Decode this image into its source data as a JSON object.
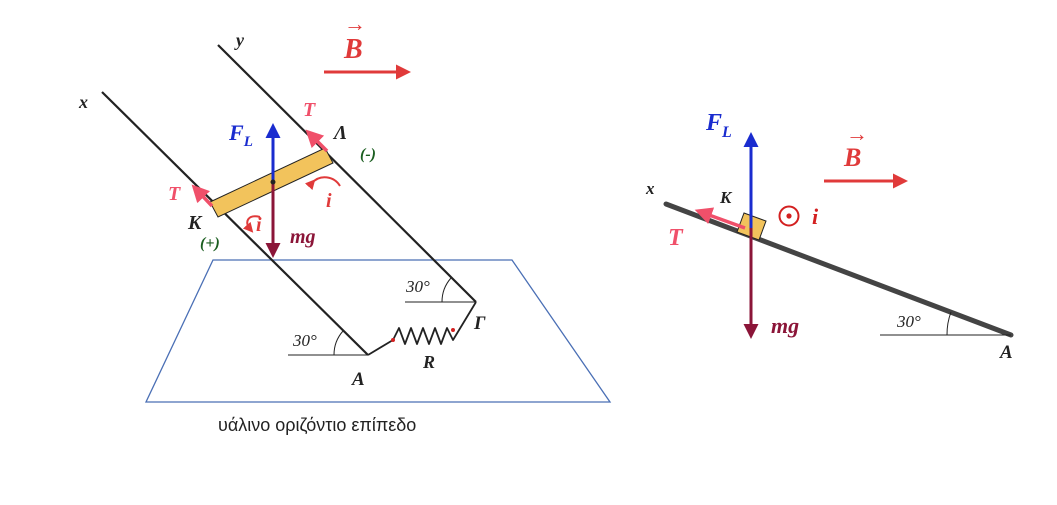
{
  "colors": {
    "line": "#222222",
    "plane": "#4a6fb5",
    "force_red": "#e03a3a",
    "tension": "#f0506a",
    "weight": "#8b1538",
    "lorentz": "#1a2ccf",
    "rod_fill": "#f2c35c",
    "sign_green": "#1b5e20",
    "dot": "#d32020"
  },
  "left_diagram": {
    "rail_x_label": "x",
    "rail_y_label": "y",
    "B_label": "B",
    "B_arrow_glyph": "→",
    "T_left_label": "T",
    "T_right_label": "T",
    "FL_main": "F",
    "FL_sub": "L",
    "Lambda_label": "Λ",
    "minus_label": "(-)",
    "K_label": "K",
    "plus_label": "(+)",
    "i_left_label": "i",
    "i_right_label": "i",
    "mg_label": "mg",
    "angle_top_label": "30°",
    "angle_bottom_label": "30°",
    "A_label": "A",
    "Gamma_label": "Γ",
    "R_label": "R",
    "plane_caption": "υάλινο οριζόντιο επίπεδο"
  },
  "right_diagram": {
    "x_label": "x",
    "K_label": "K",
    "FL_main": "F",
    "FL_sub": "L",
    "B_label": "B",
    "B_arrow_glyph": "→",
    "i_label": "i",
    "T_label": "T",
    "mg_label": "mg",
    "angle_label": "30°",
    "A_label": "A"
  }
}
